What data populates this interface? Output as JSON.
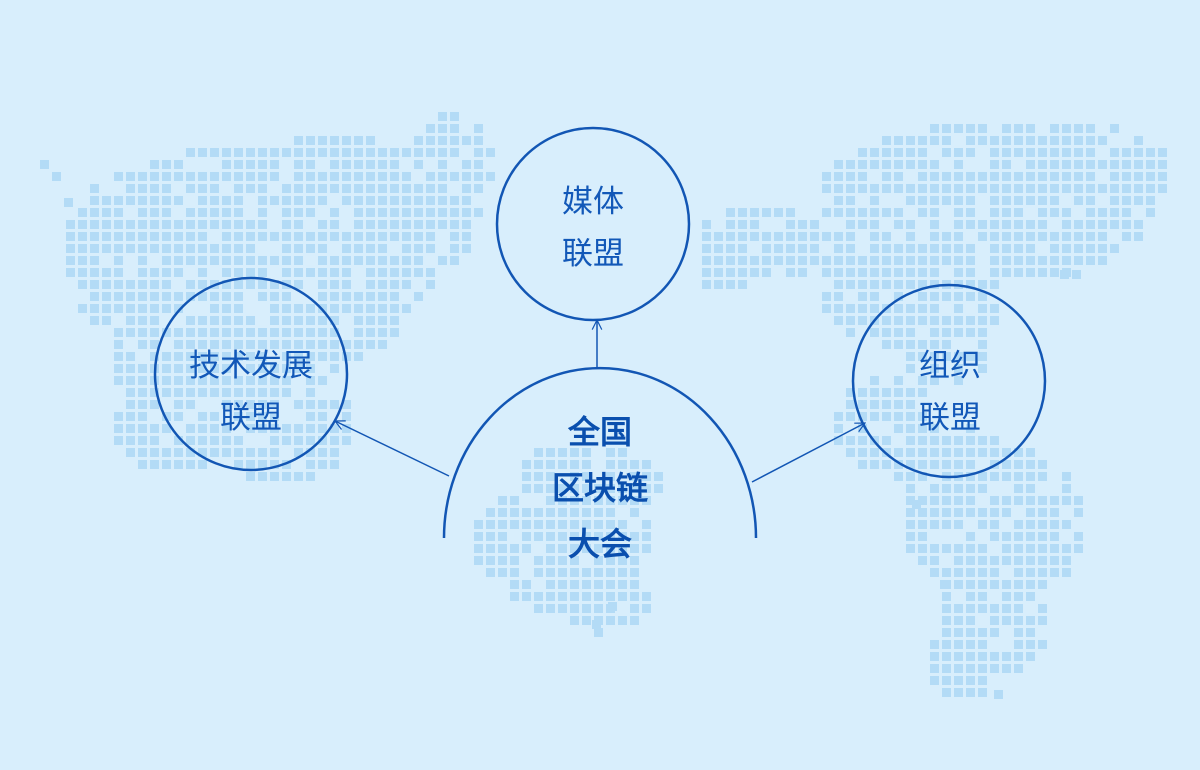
{
  "background_color": "#d8eefc",
  "dot_color": "#b3dbf6",
  "line_color": "#1256b4",
  "center": {
    "lines": [
      "全国",
      "区块链",
      "大会"
    ]
  },
  "nodes": [
    {
      "id": "media",
      "lines": [
        "媒体",
        "联盟"
      ]
    },
    {
      "id": "tech",
      "lines": [
        "技术发展",
        "联盟"
      ]
    },
    {
      "id": "org",
      "lines": [
        "组织",
        "联盟"
      ]
    }
  ],
  "decor": {
    "map_icon": "world-map-dot-matrix"
  }
}
